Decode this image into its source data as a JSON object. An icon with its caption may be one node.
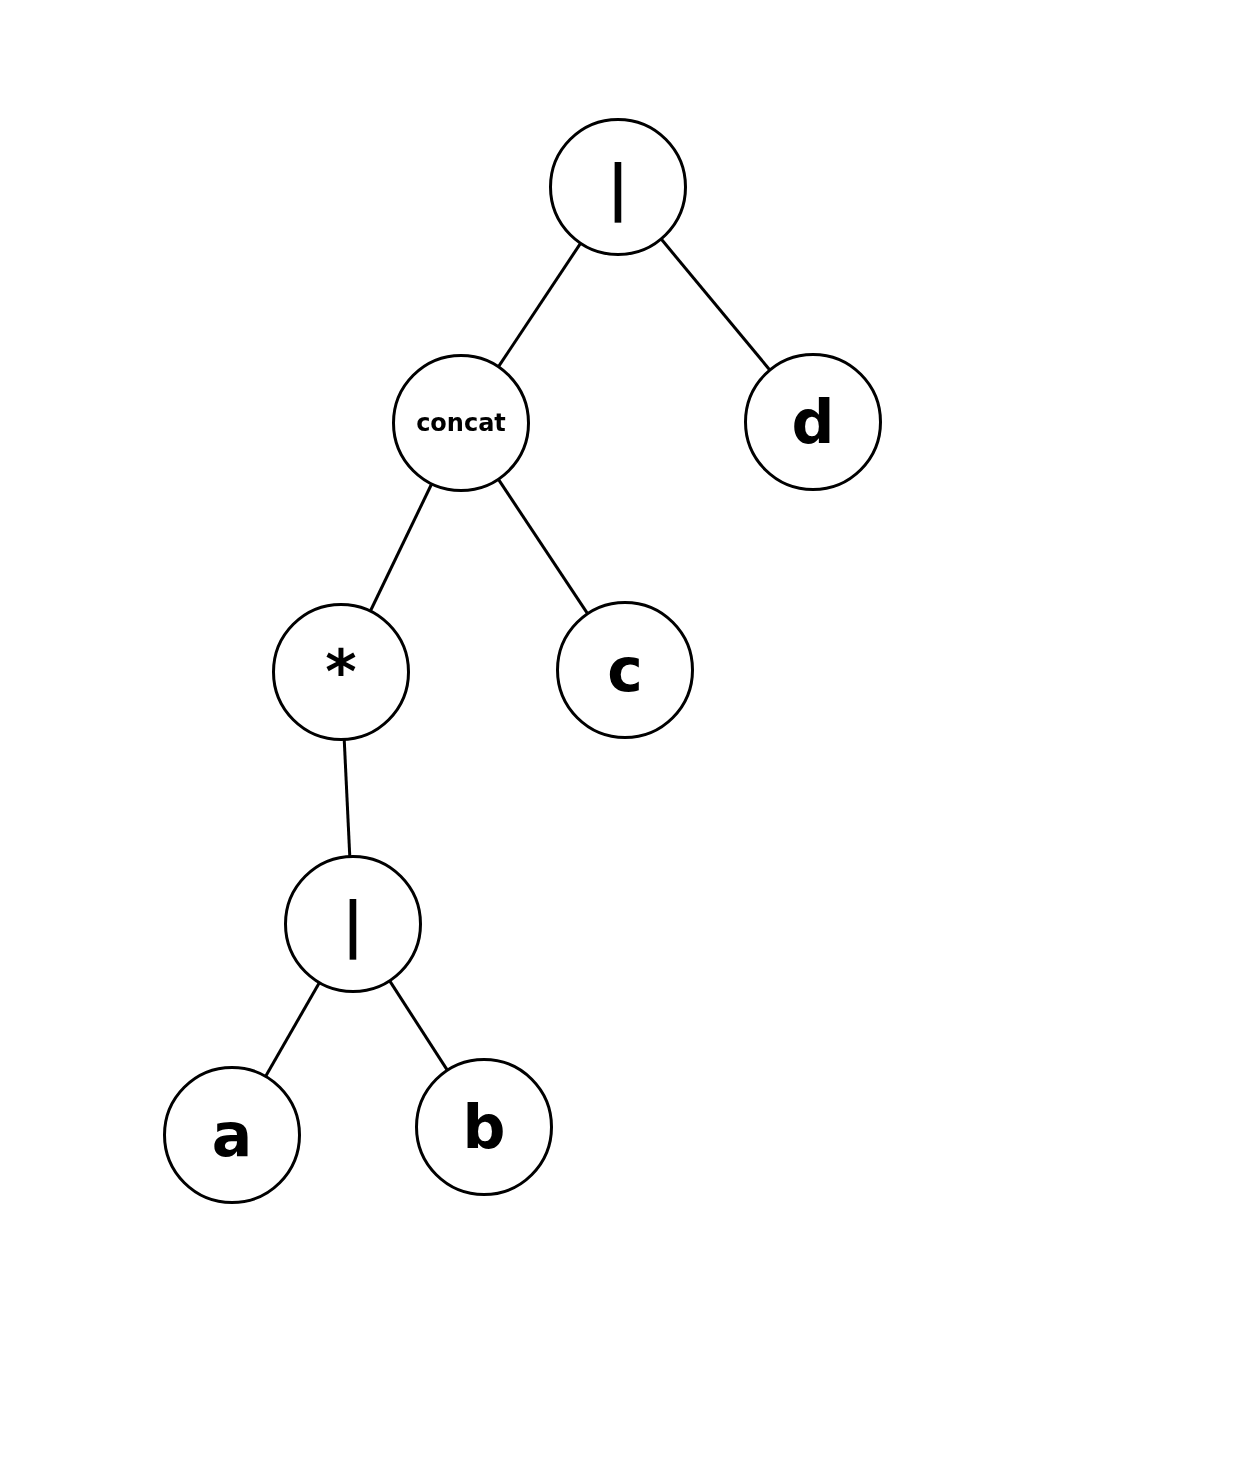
{
  "diagram": {
    "nodes": [
      {
        "text": [
          "|"
        ]
      },
      {
        "text": [
          "concat"
        ]
      },
      {
        "text": [
          "d"
        ]
      },
      {
        "text": [
          "*"
        ]
      },
      {
        "text": [
          "c"
        ]
      },
      {
        "text": [
          "|"
        ]
      },
      {
        "text": [
          "a"
        ]
      },
      {
        "text": [
          "b"
        ]
      }
    ],
    "edges": [
      {
        "from": 0,
        "to": 1,
        "arrow": "none"
      },
      {
        "from": 0,
        "to": 2,
        "arrow": "none"
      },
      {
        "from": 1,
        "to": 3,
        "arrow": "none"
      },
      {
        "from": 1,
        "to": 4,
        "arrow": "none"
      },
      {
        "from": 3,
        "to": 5,
        "arrow": "none"
      },
      {
        "from": 5,
        "to": 6,
        "arrow": "none"
      },
      {
        "from": 5,
        "to": 7,
        "arrow": "none"
      }
    ]
  }
}
